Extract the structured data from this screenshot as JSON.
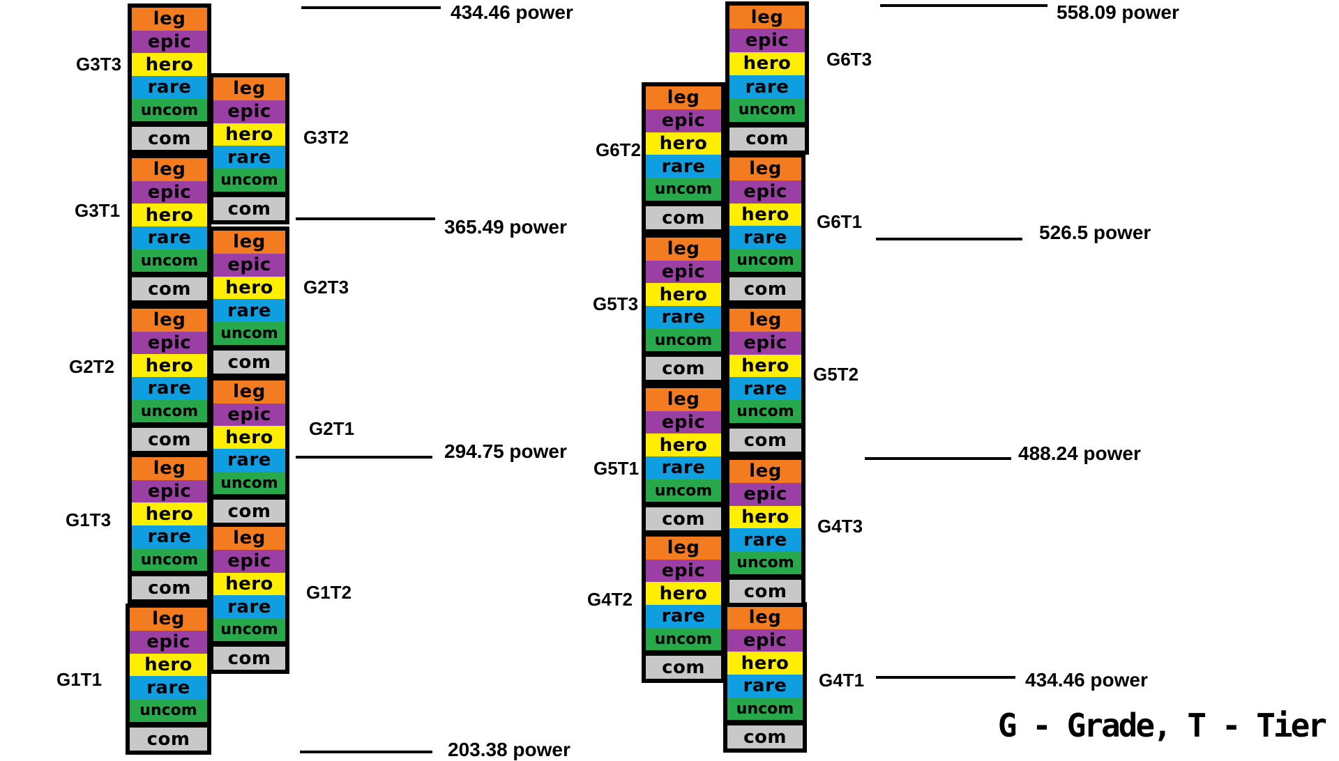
{
  "rarity_levels": [
    {
      "key": "leg",
      "label": "leg",
      "color": "#f47c20"
    },
    {
      "key": "epic",
      "label": "epic",
      "color": "#9b3fa4"
    },
    {
      "key": "hero",
      "label": "hero",
      "color": "#ffee00"
    },
    {
      "key": "rare",
      "label": "rare",
      "color": "#0f9ee0"
    },
    {
      "key": "uncom",
      "label": "uncom",
      "color": "#27a84a"
    },
    {
      "key": "com",
      "label": "com",
      "color": "#c8c8c8"
    }
  ],
  "tiers": [
    {
      "id": "G1T1",
      "label": "G1T1"
    },
    {
      "id": "G1T2",
      "label": "G1T2"
    },
    {
      "id": "G1T3",
      "label": "G1T3"
    },
    {
      "id": "G2T1",
      "label": "G2T1"
    },
    {
      "id": "G2T2",
      "label": "G2T2"
    },
    {
      "id": "G2T3",
      "label": "G2T3"
    },
    {
      "id": "G3T1",
      "label": "G3T1"
    },
    {
      "id": "G3T2",
      "label": "G3T2"
    },
    {
      "id": "G3T3",
      "label": "G3T3"
    },
    {
      "id": "G4T1",
      "label": "G4T1"
    },
    {
      "id": "G4T2",
      "label": "G4T2"
    },
    {
      "id": "G4T3",
      "label": "G4T3"
    },
    {
      "id": "G5T1",
      "label": "G5T1"
    },
    {
      "id": "G5T2",
      "label": "G5T2"
    },
    {
      "id": "G5T3",
      "label": "G5T3"
    },
    {
      "id": "G6T1",
      "label": "G6T1"
    },
    {
      "id": "G6T2",
      "label": "G6T2"
    },
    {
      "id": "G6T3",
      "label": "G6T3"
    }
  ],
  "power_markers": [
    {
      "id": "p1",
      "label": "203.38 power"
    },
    {
      "id": "p2",
      "label": "294.75 power"
    },
    {
      "id": "p3",
      "label": "365.49 power"
    },
    {
      "id": "p4",
      "label": "434.46 power"
    },
    {
      "id": "p5",
      "label": "434.46 power"
    },
    {
      "id": "p6",
      "label": "488.24 power"
    },
    {
      "id": "p7",
      "label": "526.5 power"
    },
    {
      "id": "p8",
      "label": "558.09 power"
    }
  ],
  "legend": "G - Grade, T - Tier"
}
